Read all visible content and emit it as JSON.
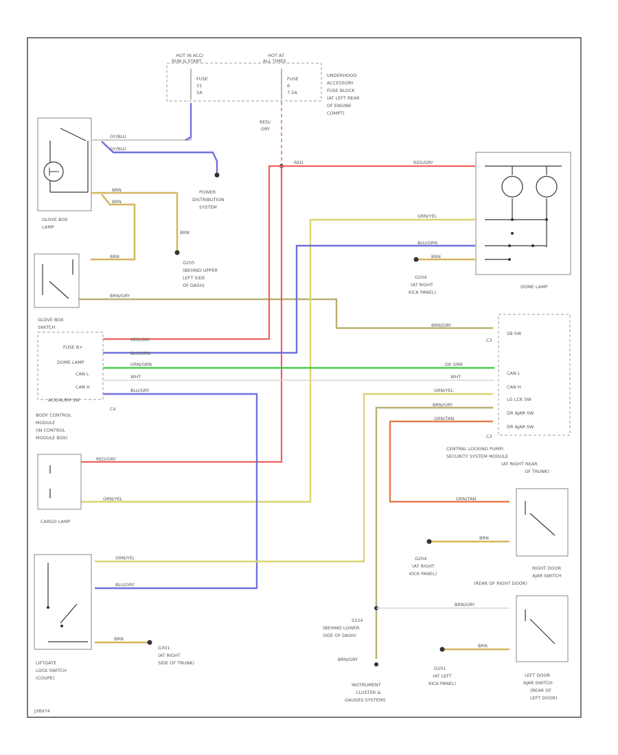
{
  "fuse_block": {
    "hot_left": [
      "HOT IN ACC/",
      "RUN & START"
    ],
    "hot_right": [
      "HOT AT",
      "ALL TIMES"
    ],
    "fuse_left": [
      "FUSE",
      "31",
      "5A"
    ],
    "fuse_right": [
      "FUSE",
      "6",
      "7.5A"
    ],
    "label": [
      "UNDERHOOD",
      "ACCESSORY",
      "FUSE BLOCK",
      "(AT LEFT REAR",
      "OF ENGINE",
      "COMPT)"
    ]
  },
  "glove_box_lamp": {
    "label": [
      "GLOVE BOX",
      "LAMP"
    ],
    "wire_top_1": "GY/BLU",
    "wire_top_2": "GY/BLU",
    "wire_bot_1": "BRN",
    "wire_bot_2": "BRN"
  },
  "power_distribution": [
    "POWER",
    "DISTRIBUTION",
    "SYSTEM"
  ],
  "ground_g205": {
    "wire": "BRN",
    "label": [
      "G205",
      "(BEHIND UPPER",
      "LEFT SIDE",
      "OF DASH)"
    ]
  },
  "glove_box_switch": {
    "label": [
      "GLOVE BOX",
      "SWITCH"
    ],
    "wire_1": "BRN",
    "wire_2": "BRN/GRY"
  },
  "red_grey_vert": [
    "RED/",
    "GRY"
  ],
  "top_red_wire": "RED",
  "dome_lamp": {
    "label": "DOME LAMP",
    "wire_1": "RED/GRY",
    "wire_2": "GRN/YEL",
    "wire_3": "BLU/GRN",
    "wire_4": "BRN"
  },
  "ground_g204_top": [
    "G204",
    "(AT RIGHT",
    "KICK PANEL)"
  ],
  "bcm": {
    "pins": [
      "FUSE B+",
      "DOME LAMP",
      "CAN L",
      "CAN H",
      "ACK/ALRM SW"
    ],
    "wires": [
      "RED/GRY",
      "BLU/GRN",
      "GRN/GRN",
      "WHT",
      "BLU/GRY"
    ],
    "connector": "C4",
    "label": [
      "BODY CONTROL",
      "MODULE",
      "(IN CONTROL",
      "MODULE BOX)"
    ]
  },
  "security_module": {
    "connector_top": "C3",
    "connector_bot": "C3",
    "pins": [
      "SB SW",
      "CAN L",
      "CAN H",
      "LG LCK SW",
      "DR AJAR SW",
      "DR AJAR SW"
    ],
    "wires": [
      "BRN/GRY",
      "DK GRN",
      "WHT",
      "GRN/YEL",
      "BRN/GRY",
      "GRN/TAN"
    ],
    "label": [
      "CENTRAL LOCKING PUMP/",
      "SECURITY SYSTEM MODULE",
      "(AT RIGHT REAR",
      "OF TRUNK)"
    ]
  },
  "cargo_lamp": {
    "label": "CARGO LAMP",
    "wire_1": "RED/GRY",
    "wire_2": "GRN/YEL"
  },
  "right_door": {
    "wire_1": "GRN/TAN",
    "wire_2": "BRN",
    "ground": [
      "G204",
      "(AT RIGHT",
      "KICK PANEL)"
    ],
    "label": [
      "RIGHT DOOR",
      "AJAR SWITCH",
      "(REAR OF RIGHT DOOR)"
    ]
  },
  "liftgate": {
    "wire_1": "GRN/YEL",
    "wire_2": "BLU/GRY",
    "wire_3": "BRN",
    "label": [
      "LIFTGATE",
      "LOCK SWITCH",
      "(COUPE)"
    ],
    "ground": [
      "G301",
      "(AT RIGHT",
      "SIDE OF TRUNK)"
    ]
  },
  "splice_s224": [
    "S224",
    "(BEHIND LOWER",
    "SIDE OF DASH)"
  ],
  "left_door": {
    "wire_1": "BRN/GRY",
    "wire_2": "BRN",
    "ground": [
      "G201",
      "(AT LEFT",
      "KICK PANEL)"
    ],
    "label": [
      "LEFT DOOR",
      "AJAR SWITCH",
      "(REAR OF",
      "LEFT DOOR)"
    ]
  },
  "instrument": {
    "wire": "BRN/GRY",
    "label": [
      "INSTRUMENT",
      "CLUSTER &",
      "GAUGES SYSTEMS"
    ]
  },
  "footer_code": "J38974"
}
